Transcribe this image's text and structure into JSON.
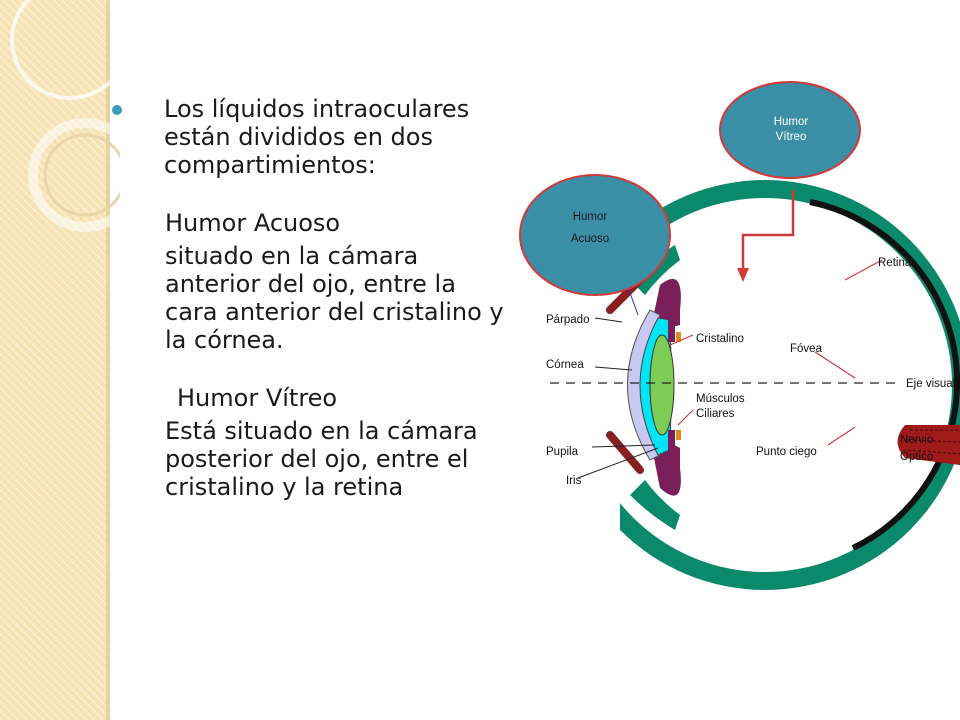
{
  "slide": {
    "bullet": "Los líquidos intraoculares están divididos en dos compartimientos:",
    "heading_acuoso": "Humor Acuoso",
    "desc_acuoso": "situado en la cámara anterior del ojo, entre la cara anterior del cristalino y la córnea.",
    "heading_vitreo": "Humor Vítreo",
    "desc_vitreo": "Está situado en la cámara posterior del ojo, entre el cristalino y la retina"
  },
  "diagram": {
    "bubble_vitreo": [
      "Humor",
      "Vítreo"
    ],
    "bubble_acuoso": [
      "Humor",
      "Acuoso"
    ],
    "labels": {
      "parpado": "Párpado",
      "cornea": "Córnea",
      "pupila": "Pupila",
      "iris": "Iris",
      "cristalino": "Cristalino",
      "musculos_1": "Músculos",
      "musculos_2": "Ciliares",
      "retina": "Retina",
      "fovea": "Fóvea",
      "eje_visual": "Eje visual",
      "punto_ciego": "Punto ciego",
      "nervio_1": "Nervio",
      "nervio_2": "Óptico"
    },
    "colors": {
      "sclera": "#0a8a6a",
      "bubble_fill": "#3a8fa6",
      "bubble_stroke": "#d23a3a",
      "iris": "#7a1f5a",
      "cornea": "#00e5f5",
      "lens": "#7ccc55",
      "optic_nerve": "#a11a1a"
    }
  }
}
